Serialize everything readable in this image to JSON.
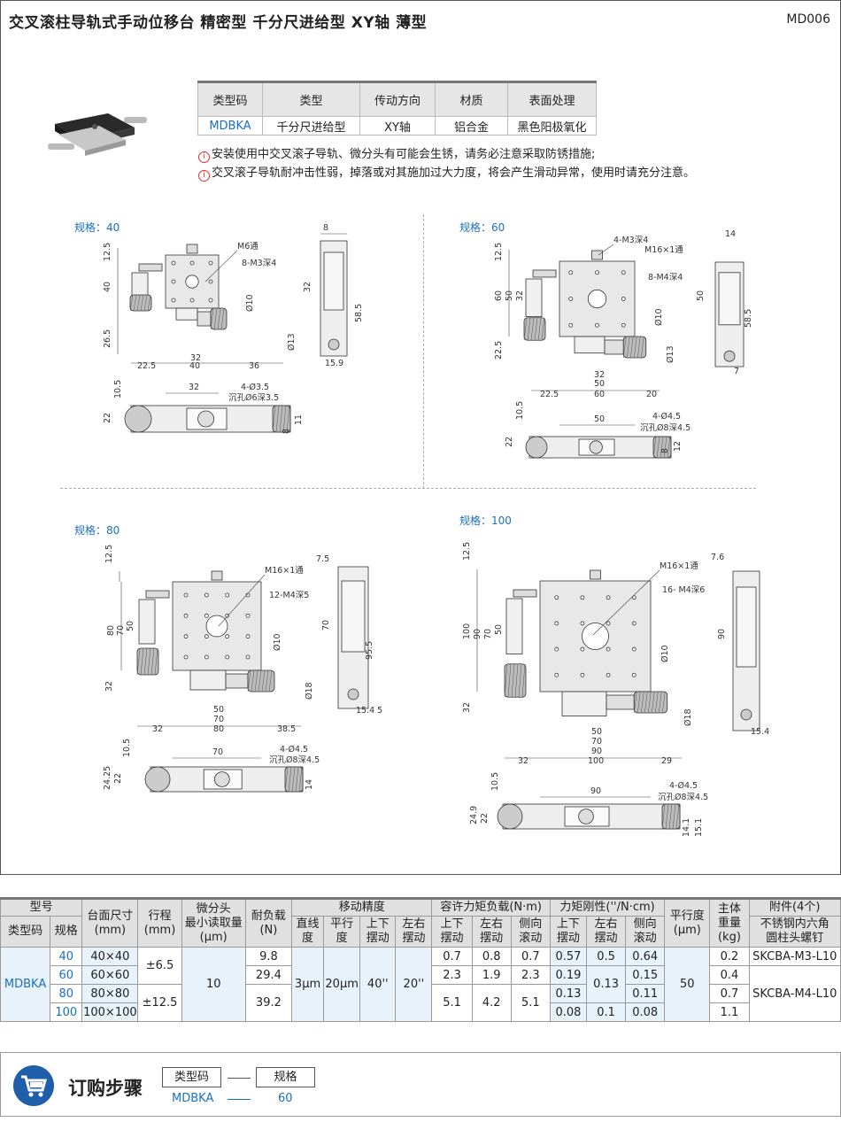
{
  "header": {
    "title": "交叉滚柱导轨式手动位移台   精密型   千分尺进给型   XY轴   薄型",
    "code": "MD006"
  },
  "attributes": {
    "headers": [
      "类型码",
      "类型",
      "传动方向",
      "材质",
      "表面处理"
    ],
    "values": [
      "MDBKA",
      "千分尺进给型",
      "XY轴",
      "铝合金",
      "黑色阳极氧化"
    ]
  },
  "notes": [
    "安装使用中交叉滚子导轨、微分头有可能会生锈，请务必注意采取防锈措施;",
    "交叉滚子导轨耐冲击性弱，掉落或对其施加过大力度，将会产生滑动异常，使用时请充分注意。"
  ],
  "note_icon": "i",
  "drawings": {
    "s40": {
      "label": "规格：40",
      "dims": [
        "12.5",
        "M6通",
        "8-M3深4",
        "40",
        "Ø10",
        "26.5",
        "32",
        "22.5",
        "40",
        "36",
        "Ø13",
        "8",
        "32",
        "58.5",
        "15.9",
        "32",
        "4-Ø3.5",
        "沉孔Ø6深3.5",
        "10.5",
        "22",
        "8",
        "11"
      ]
    },
    "s60": {
      "label": "规格：60",
      "dims": [
        "12.5",
        "4-M3深4",
        "M16×1通",
        "8-M4深4",
        "60",
        "50",
        "32",
        "Ø10",
        "22.5",
        "32",
        "50",
        "22.5",
        "60",
        "20",
        "Ø13",
        "14",
        "50",
        "58.5",
        "7",
        "50",
        "4-Ø4.5",
        "沉孔Ø8深4.5",
        "10.5",
        "22",
        "8",
        "12"
      ]
    },
    "s80": {
      "label": "规格：80",
      "dims": [
        "12.5",
        "M16×1通",
        "12-M4深5",
        "80",
        "70",
        "50",
        "Ø10",
        "32",
        "50",
        "70",
        "80",
        "32",
        "38.5",
        "Ø18",
        "7.5",
        "70",
        "95.5",
        "15.4 5",
        "70",
        "4-Ø4.5",
        "沉孔Ø8深4.5",
        "10.5",
        "24.25",
        "22",
        "14"
      ]
    },
    "s100": {
      "label": "规格：100",
      "dims": [
        "12.5",
        "M16×1通",
        "16- M4深6",
        "100",
        "90",
        "70",
        "50",
        "Ø10",
        "32",
        "50",
        "70",
        "90",
        "100",
        "32",
        "29",
        "Ø18",
        "7.6",
        "90",
        "15.4",
        "90",
        "4-Ø4.5",
        "沉孔Ø8深4.5",
        "10.5",
        "24.9",
        "22",
        "14.1",
        "15.1"
      ]
    }
  },
  "spec_table": {
    "group_headers": [
      "型号",
      "台面尺寸\n(mm)",
      "行程\n(mm)",
      "微分头\n最小读取量\n(μm)",
      "耐负载\n(N)",
      "移动精度",
      "容许力矩负载(N·m)",
      "力矩刚性(''/N·cm)",
      "平行度\n(μm)",
      "主体\n重量\n(kg)",
      "附件(4个)"
    ],
    "sub_headers": [
      "类型码",
      "规格",
      "直线\n度",
      "平行\n度",
      "上下\n摆动",
      "左右\n摆动",
      "上下\n摆动",
      "左右\n摆动",
      "侧向\n滚动",
      "上下\n摆动",
      "左右\n摆动",
      "侧向\n滚动",
      "不锈钢内六角\n圆柱头螺钉"
    ],
    "type_code": "MDBKA",
    "sizes": [
      "40",
      "60",
      "80",
      "100"
    ],
    "table_dims": [
      "40×40",
      "60×60",
      "80×80",
      "100×100"
    ],
    "strokes": [
      "±6.5",
      "±12.5"
    ],
    "micrometer": "10",
    "loads": [
      "9.8",
      "29.4",
      "39.2"
    ],
    "straightness": "3μm",
    "parallelism_move": "20μm",
    "pitch": "40''",
    "yaw": "20''",
    "moment_ud": [
      "0.7",
      "2.3",
      "5.1"
    ],
    "moment_lr": [
      "0.8",
      "1.9",
      "4.2"
    ],
    "moment_roll": [
      "0.7",
      "2.3",
      "5.1"
    ],
    "rigid_ud": [
      "0.57",
      "0.19",
      "0.13",
      "0.08"
    ],
    "rigid_lr": [
      "0.5",
      "0.13",
      "0.1"
    ],
    "rigid_roll": [
      "0.64",
      "0.15",
      "0.11",
      "0.08"
    ],
    "parallelism": "50",
    "weights": [
      "0.2",
      "0.4",
      "0.7",
      "1.1"
    ],
    "accessories": [
      "SKCBA-M3-L10",
      "SKCBA-M4-L10"
    ]
  },
  "order": {
    "title": "订购步骤",
    "steps": [
      "类型码",
      "规格"
    ],
    "values": [
      "MDBKA",
      "60"
    ]
  }
}
